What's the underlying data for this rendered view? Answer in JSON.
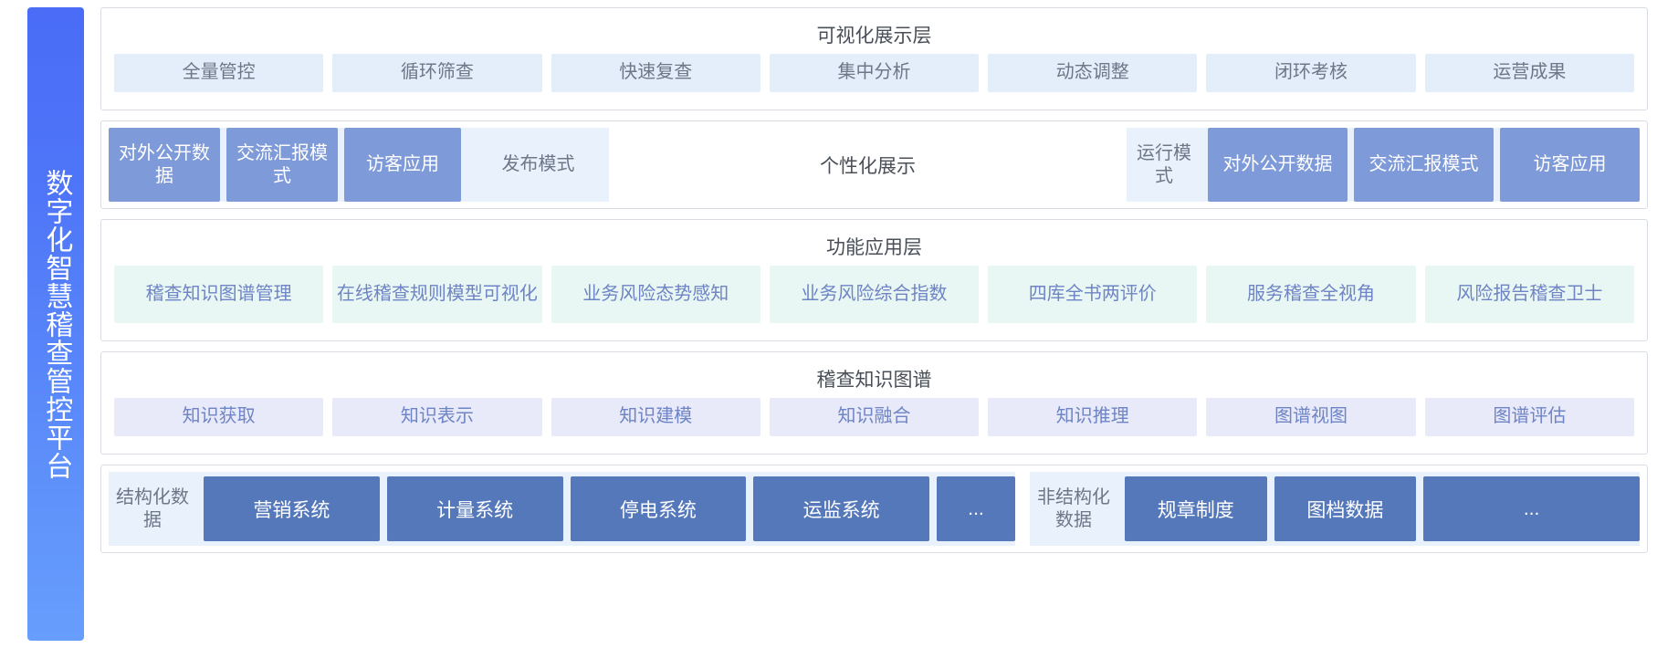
{
  "sidebar": {
    "title": "数字化智慧稽查管控平台"
  },
  "layers": {
    "visualization": {
      "title": "可视化展示层",
      "cells": [
        "全量管控",
        "循环筛查",
        "快速复查",
        "集中分析",
        "动态调整",
        "闭环考核",
        "运营成果"
      ]
    },
    "personalization": {
      "center_label": "个性化展示",
      "left_group": [
        {
          "label": "对外公开数据",
          "style": "filled"
        },
        {
          "label": "交流汇报模式",
          "style": "filled"
        },
        {
          "label": "访客应用",
          "style": "filled"
        },
        {
          "label": "发布模式",
          "style": "plain"
        }
      ],
      "right_group": [
        {
          "label": "运行模式",
          "style": "plain"
        },
        {
          "label": "对外公开数据",
          "style": "filled"
        },
        {
          "label": "交流汇报模式",
          "style": "filled"
        },
        {
          "label": "访客应用",
          "style": "filled"
        }
      ]
    },
    "function": {
      "title": "功能应用层",
      "cells": [
        "稽查知识图谱管理",
        "在线稽查规则模型可视化",
        "业务风险态势感知",
        "业务风险综合指数",
        "四库全书两评价",
        "服务稽查全视角",
        "风险报告稽查卫士"
      ]
    },
    "knowledge_graph": {
      "title": "稽查知识图谱",
      "cells": [
        "知识获取",
        "知识表示",
        "知识建模",
        "知识融合",
        "知识推理",
        "图谱视图",
        "图谱评估"
      ]
    },
    "data": {
      "structured": {
        "label": "结构化数据",
        "items": [
          "营销系统",
          "计量系统",
          "停电系统",
          "运监系统",
          "..."
        ]
      },
      "unstructured": {
        "label": "非结构化数据",
        "items": [
          "规章制度",
          "图档数据",
          "..."
        ]
      }
    }
  },
  "colors": {
    "sidebar_gradient_start": "#4a6cf7",
    "sidebar_gradient_end": "#679efc",
    "vis_cell_bg": "#e4eefb",
    "chip_filled_bg": "#7f9ad8",
    "func_cell_bg": "#e8f7f4",
    "kg_cell_bg": "#e8eaf9",
    "data_chip_bg": "#5578bb",
    "group_band_bg": "#e8f1fc",
    "text_primary": "#4a4f57",
    "text_muted": "#6d7787",
    "text_blue": "#6e84c4"
  }
}
